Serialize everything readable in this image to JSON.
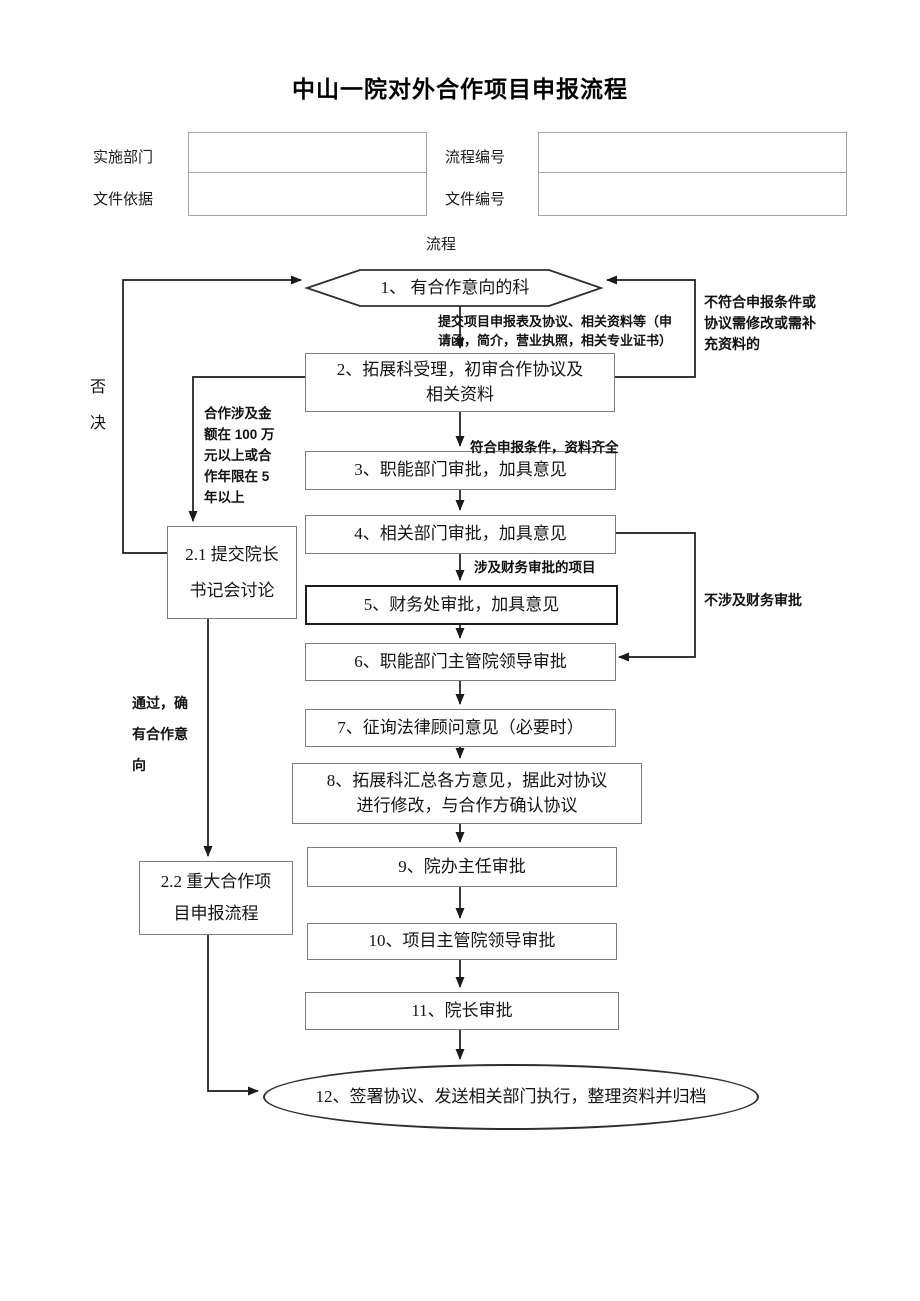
{
  "page": {
    "title": "中山一院对外合作项目申报流程",
    "section_label": "流程"
  },
  "form": {
    "implementation_dept_label": "实施部门",
    "document_basis_label": "文件依据",
    "process_number_label": "流程编号",
    "document_number_label": "文件编号",
    "implementation_dept_value": "",
    "document_basis_value": "",
    "process_number_value": "",
    "document_number_value": ""
  },
  "flow": {
    "hex1": "1、 有合作意向的科",
    "box2": "2、拓展科受理，初审合作协议及\n相关资料",
    "box2_1": "2.1 提交院长\n书记会讨论",
    "box2_2": "2.2 重大合作项\n目申报流程",
    "box3": "3、职能部门审批，加具意见",
    "box4": "4、相关部门审批，加具意见",
    "box5": "5、财务处审批，加具意见",
    "box6": "6、职能部门主管院领导审批",
    "box7": "7、征询法律顾问意见（必要时）",
    "box8": "8、拓展科汇总各方意见，据此对协议\n进行修改，与合作方确认协议",
    "box9": "9、院办主任审批",
    "box10": "10、项目主管院领导审批",
    "box11": "11、院长审批",
    "oval12": "12、签署协议、发送相关部门执行，整理资料并归档"
  },
  "labels": {
    "submit_docs": "提交项目申报表及协议、相关资料等（申\n请函，简介，营业执照，相关专业证书）",
    "reject_condition": "不符合申报条件或\n协议需修改或需补\n充资料的",
    "veto": "否\n决",
    "large_amount": "合作涉及金\n额在 100 万\n元以上或合\n作年限在 5\n年以上",
    "qualified": "符合申报条件，资料齐全",
    "finance_involved": "涉及财务审批的项目",
    "finance_not_involved": "不涉及财务审批",
    "passed": "通过，确\n有合作意\n向"
  },
  "colors": {
    "line": "#1a1a1a",
    "box_border": "#7d7d7d",
    "strong_border": "#1c1c1c"
  }
}
